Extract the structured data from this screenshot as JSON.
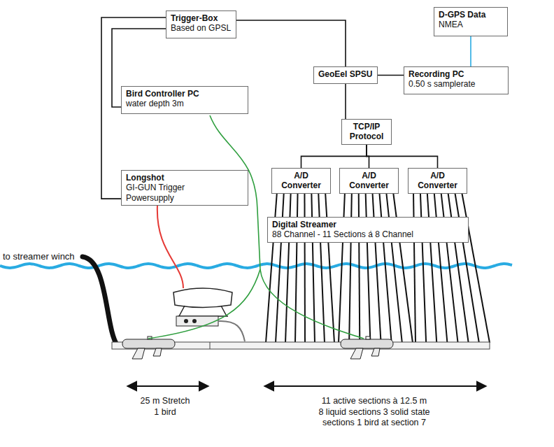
{
  "diagram": {
    "nodes": [
      {
        "text": [
          "Trigger-Box",
          "Based on GPSL"
        ]
      },
      {
        "text": [
          "Bird Controller PC",
          "water depth 3m"
        ]
      },
      {
        "text": [
          "Longshot",
          "GI-GUN Trigger Powersupply"
        ]
      },
      {
        "text": [
          "GeoEel SPSU"
        ]
      },
      {
        "text": [
          "D-GPS Data",
          "NMEA"
        ]
      },
      {
        "text": [
          "Recording PC",
          "0.50 s samplerate"
        ]
      },
      {
        "text": [
          "TCP/IP Protocol"
        ]
      },
      {
        "text": [
          "A/D Converter"
        ]
      },
      {
        "text": [
          "A/D Converter"
        ]
      },
      {
        "text": [
          "A/D Converter"
        ]
      },
      {
        "text": [
          "Digital Streamer",
          "88 Channel - 11 Sections á 8 Channel"
        ]
      }
    ],
    "edges": [
      {
        "from": 0,
        "to": 3,
        "arrow": "none"
      },
      {
        "from": 0,
        "to": 1,
        "arrow": "none"
      },
      {
        "from": 0,
        "to": 2,
        "arrow": "none"
      },
      {
        "from": 3,
        "to": 5,
        "arrow": "none"
      },
      {
        "from": 4,
        "to": 5,
        "arrow": "none"
      },
      {
        "from": 3,
        "to": 6,
        "arrow": "none"
      },
      {
        "from": 6,
        "to": 7,
        "arrow": "none"
      },
      {
        "from": 6,
        "to": 8,
        "arrow": "none"
      },
      {
        "from": 6,
        "to": 9,
        "arrow": "none"
      }
    ],
    "labels": [
      "to streamer winch",
      "25 m Stretch 1 bird",
      "11 active sections à 12.5 m 8 liquid sections 3 solid state sections 1 bird at section 7"
    ]
  }
}
